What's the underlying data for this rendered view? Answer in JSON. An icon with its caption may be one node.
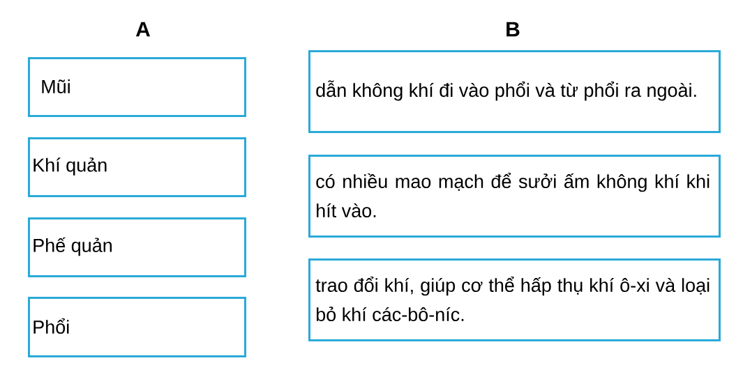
{
  "diagram": {
    "nodes": [
      {
        "text": [
          "Mũi"
        ]
      },
      {
        "text": [
          "Khí quản"
        ]
      },
      {
        "text": [
          "Phế quản"
        ]
      },
      {
        "text": [
          "Phổi"
        ]
      },
      {
        "text": [
          "dẫn không khí đi vào phổi và từ phổi ra ngoài."
        ]
      },
      {
        "text": [
          "có nhiều mao mạch để sưởi ấm không khí khi hít vào."
        ]
      },
      {
        "text": [
          "trao đổi khí, giúp cơ thể hấp thụ khí ô-xi và loại bỏ khí các-bô-níc."
        ]
      }
    ],
    "labels": [
      "A",
      "B"
    ]
  }
}
